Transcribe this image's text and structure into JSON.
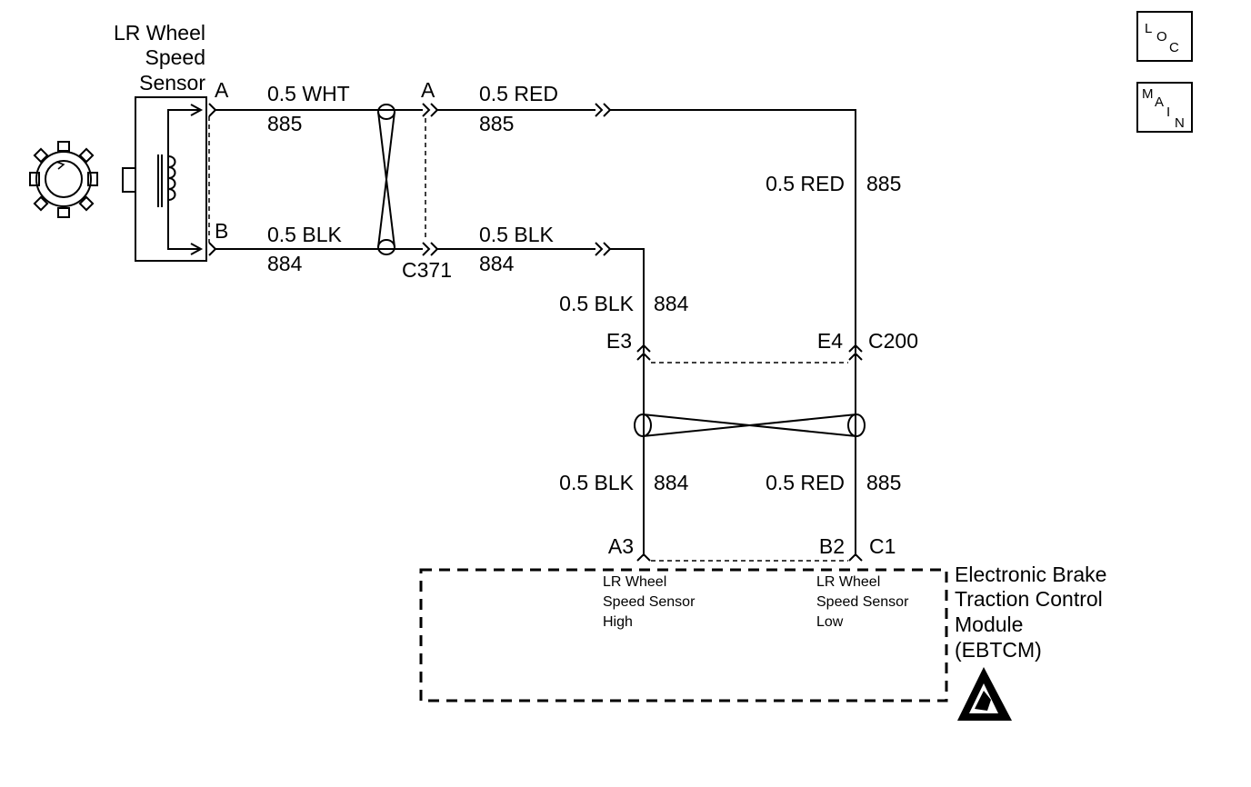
{
  "sensor": {
    "title_line1": "LR Wheel",
    "title_line2": "Speed",
    "title_line3": "Sensor",
    "pin_a": "A",
    "pin_b": "B"
  },
  "connector_c371": {
    "name": "C371",
    "pin_a": "A"
  },
  "wires": {
    "wht_color": "0.5 WHT",
    "wht_circuit": "885",
    "blk_color_left": "0.5 BLK",
    "blk_circuit_left": "884",
    "red_color_top": "0.5 RED",
    "red_circuit_top": "885",
    "blk_color_right": "0.5 BLK",
    "blk_circuit_right": "884",
    "red_vertical_color": "0.5 RED",
    "red_vertical_circuit": "885",
    "blk_vertical_color": "0.5 BLK",
    "blk_vertical_circuit": "884",
    "blk_lower_color": "0.5 BLK",
    "blk_lower_circuit": "884",
    "red_lower_color": "0.5 RED",
    "red_lower_circuit": "885"
  },
  "connector_c200": {
    "name": "C200",
    "pin_e3": "E3",
    "pin_e4": "E4"
  },
  "module": {
    "pin_a3": "A3",
    "pin_b2": "B2",
    "connector": "C1",
    "pin_a3_desc_1": "LR Wheel",
    "pin_a3_desc_2": "Speed Sensor",
    "pin_a3_desc_3": "High",
    "pin_b2_desc_1": "LR Wheel",
    "pin_b2_desc_2": "Speed Sensor",
    "pin_b2_desc_3": "Low",
    "name_line1": "Electronic Brake",
    "name_line2": "Traction Control",
    "name_line3": "Module",
    "name_line4": "(EBTCM)"
  },
  "icons": {
    "loc_1": "L",
    "loc_2": "O",
    "loc_3": "C",
    "main_1": "M",
    "main_2": "A",
    "main_3": "I",
    "main_4": "N",
    "esd": "esd-warning-icon",
    "rotor": "tone-wheel-icon"
  }
}
